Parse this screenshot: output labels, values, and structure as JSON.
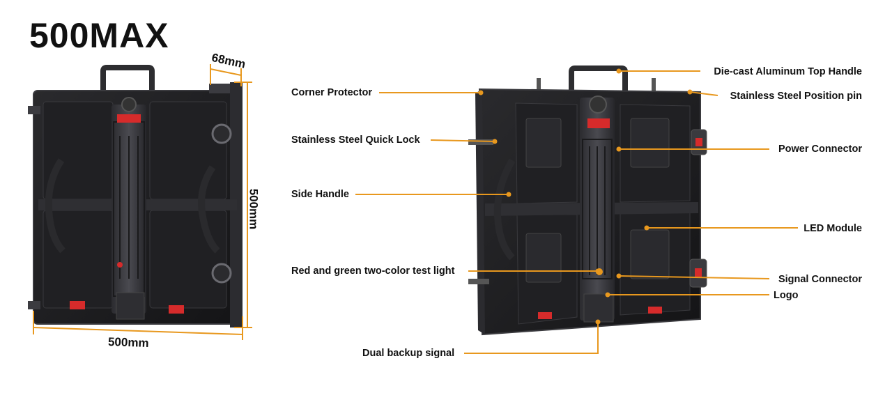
{
  "title": "500MAX",
  "dimensions": {
    "depth": "68mm",
    "height": "500mm",
    "width": "500mm"
  },
  "labels_left": [
    "Corner Protector",
    "Stainless Steel Quick Lock",
    "Side Handle",
    "Red and green two-color test light"
  ],
  "labels_right": [
    "Die-cast Aluminum Top Handle",
    "Stainless Steel Position pin",
    "Power Connector",
    "LED Module",
    "Signal Connector",
    "Logo"
  ],
  "label_bottom": "Dual backup signal",
  "colors": {
    "leader": "#e8981e",
    "cabinet": "#1c1c1e",
    "cabinet_edge": "#3a3a3e",
    "accent_red": "#d62b2b"
  }
}
